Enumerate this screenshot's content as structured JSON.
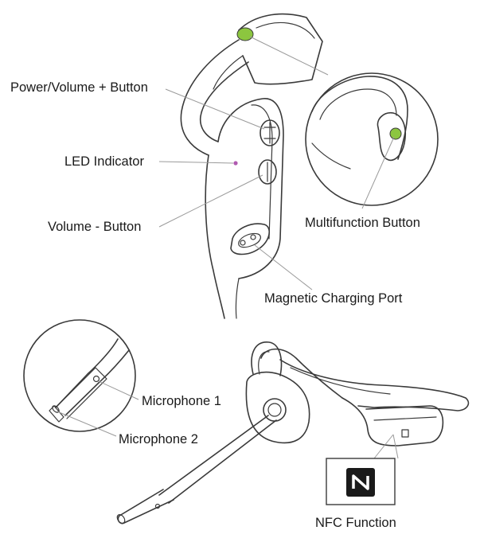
{
  "labels": {
    "power_volume_plus": "Power/Volume + Button",
    "led_indicator": "LED Indicator",
    "volume_minus": "Volume - Button",
    "multifunction": "Multifunction Button",
    "magnetic_charging": "Magnetic Charging Port",
    "microphone_1": "Microphone 1",
    "microphone_2": "Microphone 2",
    "nfc_function": "NFC Function"
  },
  "colors": {
    "button_highlight": "#8cc63f",
    "led": "#b05ab0",
    "line": "#3a3a3a",
    "leader": "#9a9a9a"
  },
  "icons": {
    "nfc": "nfc-n-mark-icon"
  }
}
